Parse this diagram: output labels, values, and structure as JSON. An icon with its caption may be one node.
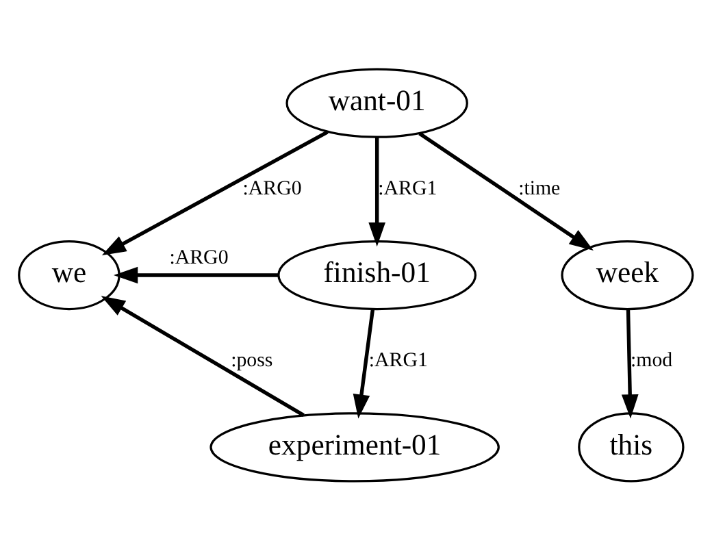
{
  "diagram": {
    "nodes": [
      {
        "text": [
          "want-01"
        ]
      },
      {
        "text": [
          "we"
        ]
      },
      {
        "text": [
          "finish-01"
        ]
      },
      {
        "text": [
          "week"
        ]
      },
      {
        "text": [
          "experiment-01"
        ]
      },
      {
        "text": [
          "this"
        ]
      }
    ],
    "edges": [
      {
        "from": 0,
        "to": 1,
        "arrow": "to",
        "label": ":ARG0"
      },
      {
        "from": 0,
        "to": 2,
        "arrow": "to",
        "label": ":ARG1"
      },
      {
        "from": 0,
        "to": 3,
        "arrow": "to",
        "label": ":time"
      },
      {
        "from": 2,
        "to": 1,
        "arrow": "to",
        "label": ":ARG0"
      },
      {
        "from": 2,
        "to": 4,
        "arrow": "to",
        "label": ":ARG1"
      },
      {
        "from": 4,
        "to": 1,
        "arrow": "to",
        "label": ":poss"
      },
      {
        "from": 3,
        "to": 5,
        "arrow": "to",
        "label": ":mod"
      }
    ]
  }
}
